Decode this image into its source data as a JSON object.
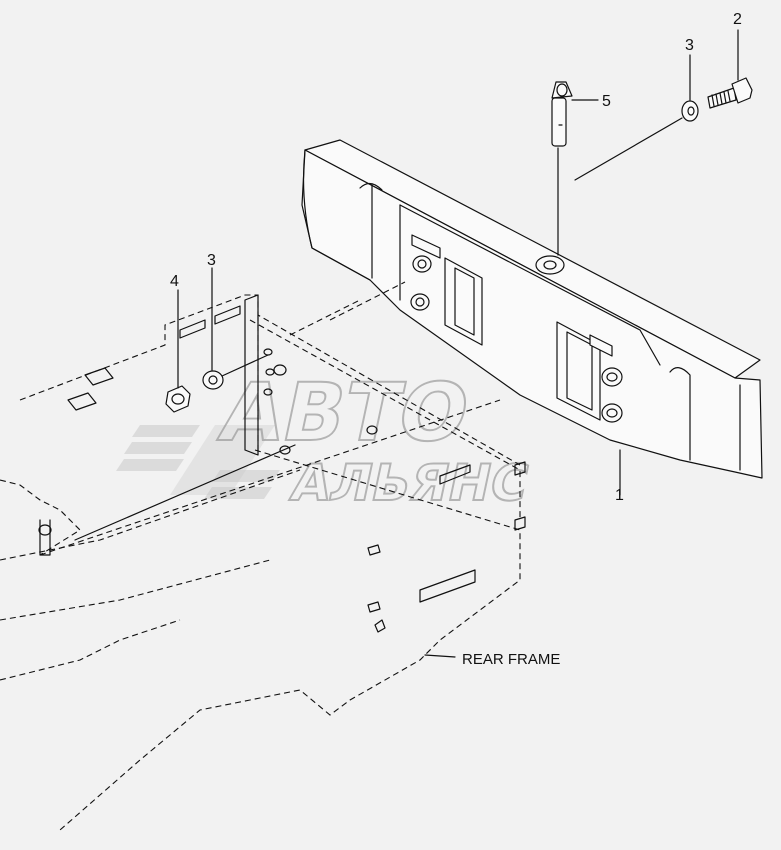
{
  "callouts": {
    "c1": "1",
    "c2": "2",
    "c3a": "3",
    "c3b": "3",
    "c4": "4",
    "c5": "5"
  },
  "labels": {
    "rear_frame": "REAR FRAME"
  },
  "watermark": {
    "line1": "АВТО",
    "line2": "АЛЬЯНС"
  },
  "colors": {
    "background": "#f2f2f2",
    "line": "#111111",
    "watermark": "#9a9a9a"
  }
}
